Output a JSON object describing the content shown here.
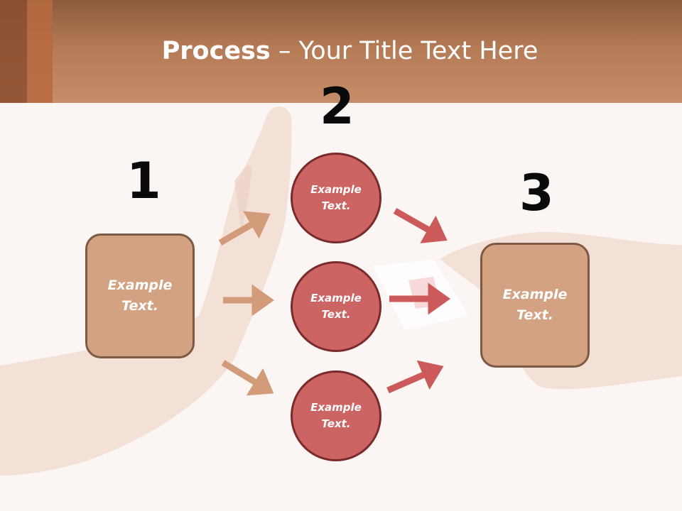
{
  "header": {
    "title_bold": "Process",
    "title_rest": " – Your Title Text Here"
  },
  "steps": {
    "n1": "1",
    "n2": "2",
    "n3": "3"
  },
  "left_box": {
    "text": "Example\nText."
  },
  "right_box": {
    "text": "Example\nText."
  },
  "circles": [
    {
      "text": "Example\nText."
    },
    {
      "text": "Example\nText."
    },
    {
      "text": "Example\nText."
    }
  ],
  "colors": {
    "box_fill": "#d3a283",
    "circle_fill": "#cc6464",
    "arrow_tan": "#d29c7a",
    "arrow_red": "#cc5a5a"
  }
}
